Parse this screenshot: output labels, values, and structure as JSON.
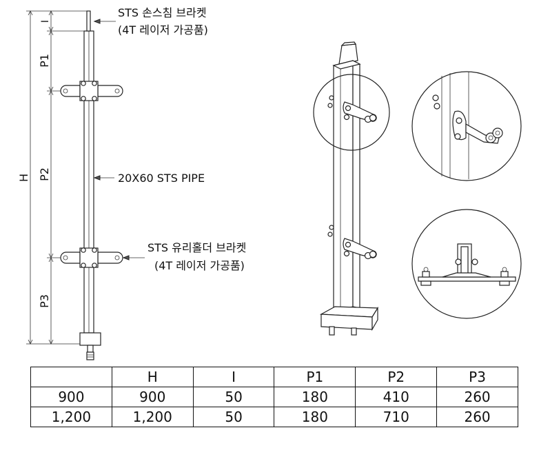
{
  "labels": {
    "bracket_top_line1": "STS 손스침 브라켓",
    "bracket_top_line2": "(4T 레이저 가공품)",
    "pipe": "20X60 STS PIPE",
    "bracket_glass_line1": "STS 유리홀더 브라켓",
    "bracket_glass_line2": "(4T 레이저 가공품)"
  },
  "dimensions": {
    "h": "H",
    "i": "I",
    "p1": "P1",
    "p2": "P2",
    "p3": "P3"
  },
  "table": {
    "headers": [
      "",
      "H",
      "I",
      "P1",
      "P2",
      "P3"
    ],
    "rows": [
      [
        "900",
        "900",
        "50",
        "180",
        "410",
        "260"
      ],
      [
        "1,200",
        "1,200",
        "50",
        "180",
        "710",
        "260"
      ]
    ]
  }
}
